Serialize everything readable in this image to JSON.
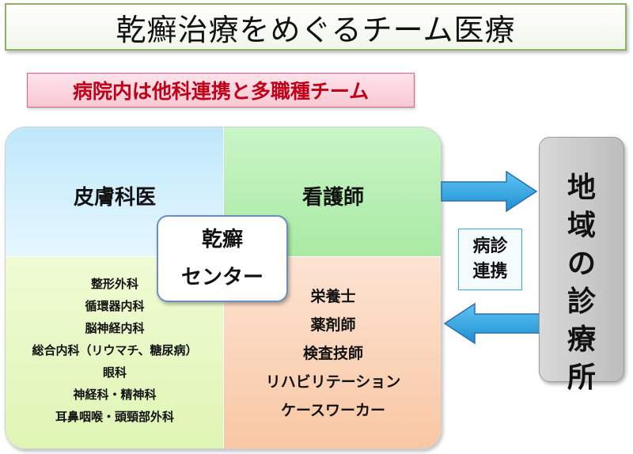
{
  "title": "乾癬治療をめぐるチーム医療",
  "subtitle": "病院内は他科連携と多職種チーム",
  "quadrants": {
    "top_left": {
      "label": "皮膚科医"
    },
    "top_right": {
      "label": "看護師"
    },
    "bottom_left": {
      "items": [
        "整形外科",
        "循環器内科",
        "脳神経内科",
        "総合内科（リウマチ、糖尿病）",
        "眼科",
        "神経科・精神科",
        "耳鼻咽喉・頭頸部外科"
      ]
    },
    "bottom_right": {
      "items": [
        "栄養士",
        "薬剤師",
        "検査技師",
        "リハビリテーション",
        "ケースワーカー"
      ]
    }
  },
  "center": {
    "line1": "乾癬",
    "line2": "センター"
  },
  "clinic": {
    "chars": [
      "地",
      "域",
      "の",
      "診",
      "療",
      "所"
    ]
  },
  "link": {
    "line1": "病診",
    "line2": "連携"
  },
  "colors": {
    "title_border": "#8fb06a",
    "subtitle_text": "#c00018",
    "arrow": "#2e9fe0",
    "arrow_border": "#2a6fb0"
  }
}
